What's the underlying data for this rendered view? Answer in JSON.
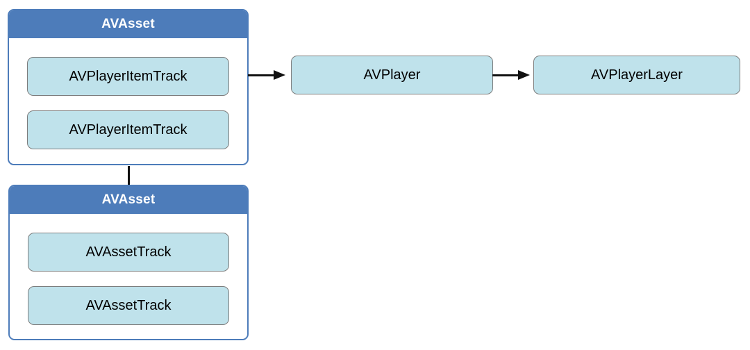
{
  "diagram": {
    "background": "#ffffff",
    "colors": {
      "container_header": "#4d7cba",
      "container_border": "#4d7cba",
      "node_fill": "#bfe2eb",
      "node_border": "#7d7d7d",
      "connector": "#111111",
      "header_text": "#ffffff",
      "node_text": "#000000"
    },
    "containers": [
      {
        "header": "AVAsset",
        "items": [
          "AVPlayerItemTrack",
          "AVPlayerItemTrack"
        ]
      },
      {
        "header": "AVAsset",
        "items": [
          "AVAssetTrack",
          "AVAssetTrack"
        ]
      }
    ],
    "nodes": [
      {
        "label": "AVPlayer"
      },
      {
        "label": "AVPlayerLayer"
      }
    ],
    "connectors": [
      {
        "type": "arrow",
        "from": "AVAsset",
        "to": "AVPlayer"
      },
      {
        "type": "arrow",
        "from": "AVPlayer",
        "to": "AVPlayerLayer"
      },
      {
        "type": "line",
        "from": "AVAsset",
        "to": "AVAsset"
      }
    ]
  }
}
